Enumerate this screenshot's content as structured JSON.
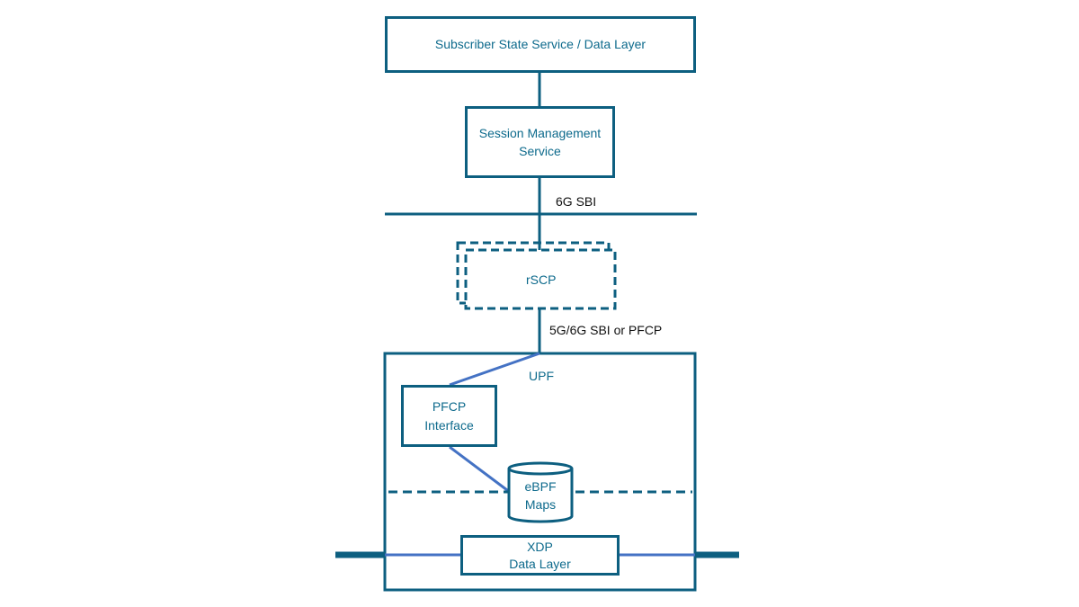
{
  "colors": {
    "box_border": "#0d5f80",
    "box_text": "#0d6a8c",
    "inner_link": "#4472c4",
    "label_dark": "#111111"
  },
  "nodes": {
    "subscriber": {
      "label": "Subscriber State Service / Data Layer"
    },
    "smf": {
      "line1": "Session Management",
      "line2": "Service"
    },
    "rscp": {
      "label": "rSCP"
    },
    "upf": {
      "label": "UPF"
    },
    "pfcp": {
      "line1": "PFCP",
      "line2": "Interface"
    },
    "ebpf": {
      "line1": "eBPF",
      "line2": "Maps"
    },
    "xdp": {
      "line1": "XDP",
      "line2": "Data Layer"
    }
  },
  "links": {
    "sbi_6g": "6G SBI",
    "sbi_pfcp": "5G/6G SBI or PFCP"
  }
}
